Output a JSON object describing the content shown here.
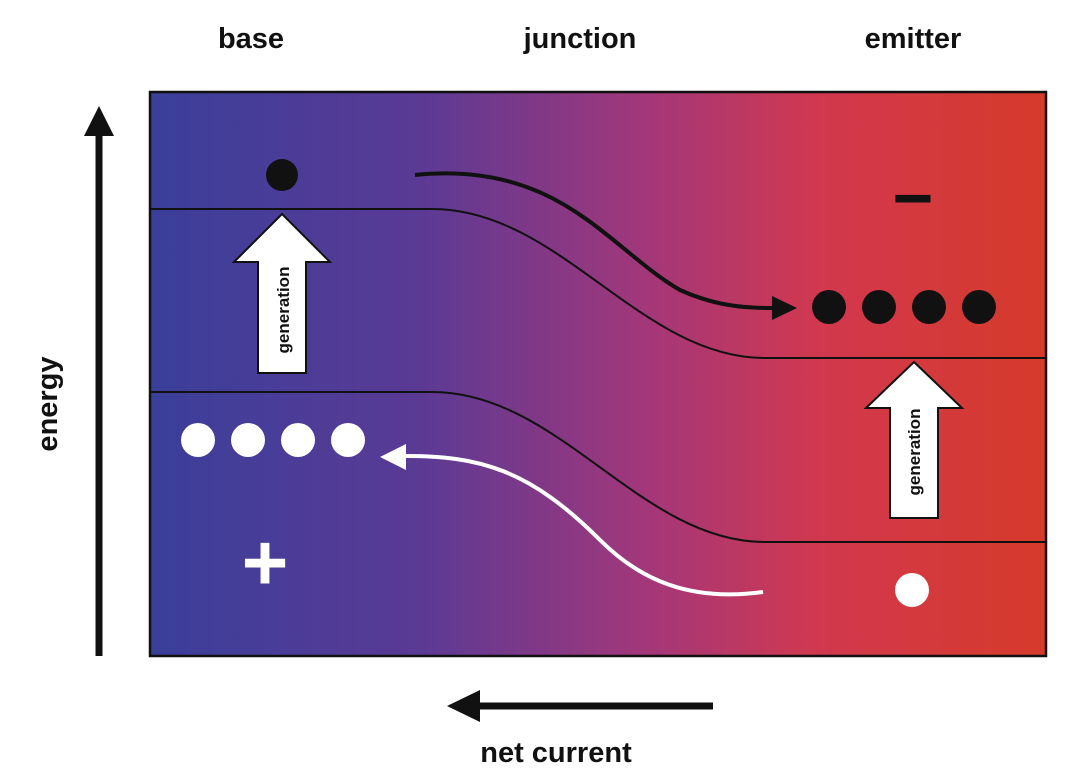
{
  "regions": {
    "base": "base",
    "junction": "junction",
    "emitter": "emitter"
  },
  "axis": {
    "energy_label": "energy"
  },
  "generation": {
    "left_label": "generation",
    "right_label": "generation"
  },
  "charges": {
    "negative_sign": "−",
    "positive_sign": "+"
  },
  "current": {
    "label": "net current"
  },
  "colors": {
    "base_region": "#3a3f9a",
    "junction_region": "#9a3a80",
    "emitter_region": "#d63a2a",
    "electron": "#111111",
    "hole": "#ffffff"
  }
}
